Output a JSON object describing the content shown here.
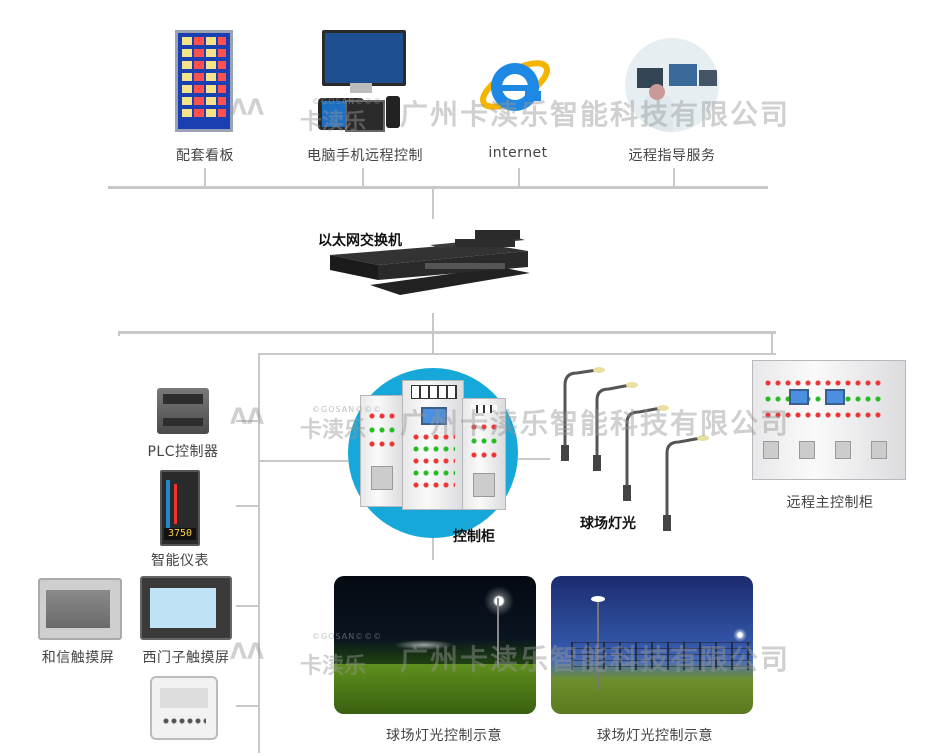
{
  "top_row": {
    "board_label": "配套看板",
    "pc_label": "电脑手机远程控制",
    "internet_label": "internet",
    "service_label": "远程指导服务"
  },
  "switch": {
    "label": "以太网交换机"
  },
  "left_devices": {
    "plc_label": "PLC控制器",
    "meter_label": "智能仪表",
    "meter_value": "3750",
    "hexin_label": "和信触摸屏",
    "siemens_label": "西门子触摸屏"
  },
  "center": {
    "cabinet_label": "控制柜",
    "lights_label": "球场灯光",
    "remote_cabinet_label": "远程主控制柜"
  },
  "photos": {
    "photo1_label": "球场灯光控制示意",
    "photo2_label": "球场灯光控制示意"
  },
  "watermark": {
    "company": "广州卡渎乐智能科技有限公司",
    "brand": "卡渎乐",
    "small": "©GOSAN©©©"
  },
  "colors": {
    "line": "#c8c8c8",
    "ie_blue": "#1e88e5",
    "ie_gold": "#f5b400",
    "cabinet_teal": "#15a8d8"
  }
}
